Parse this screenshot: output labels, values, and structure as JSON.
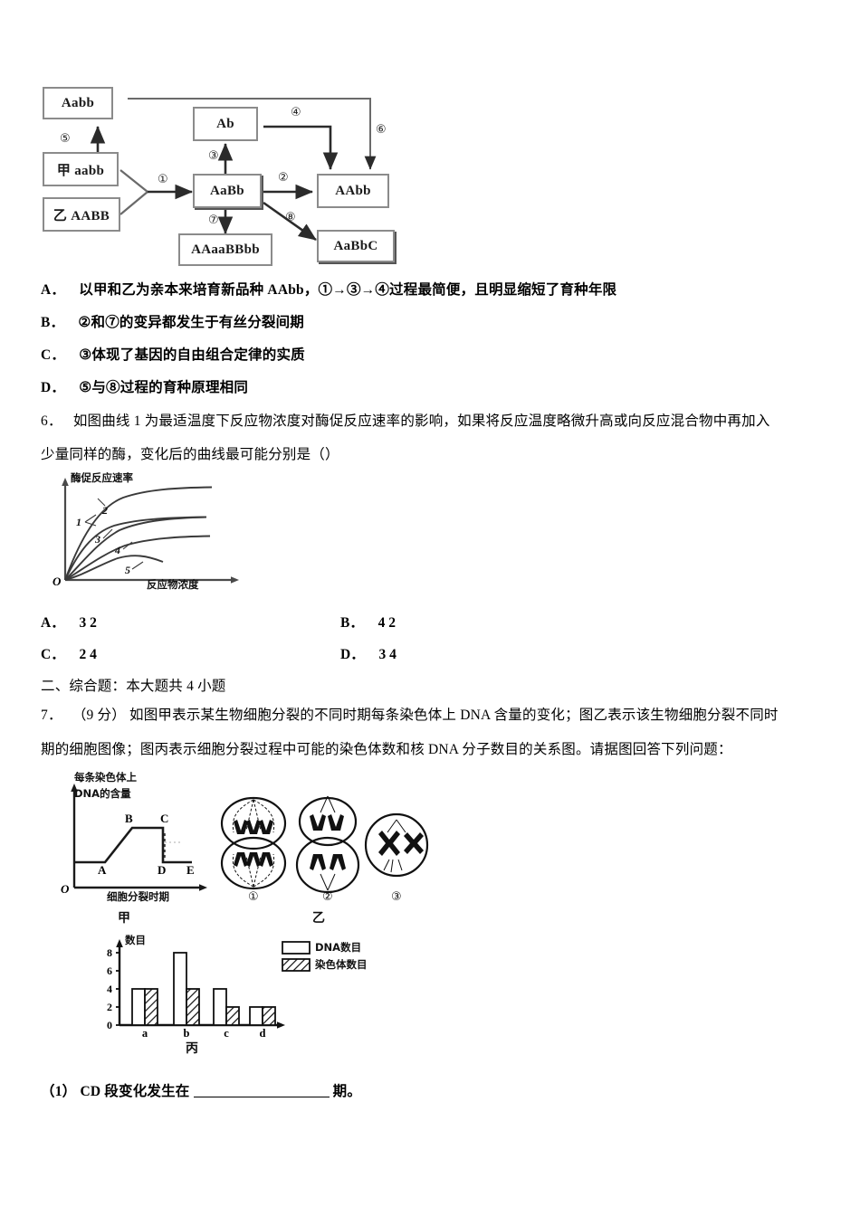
{
  "document": {
    "language": "zh-CN",
    "subject": "biology-exam-paper"
  },
  "question5": {
    "figure": {
      "name": "breeding-flowchart",
      "boxes": [
        {
          "id": "aabb_top",
          "label": "Aabb"
        },
        {
          "id": "jia",
          "label": "甲 aabb"
        },
        {
          "id": "yi",
          "label": "乙 AABB"
        },
        {
          "id": "ab",
          "label": "Ab"
        },
        {
          "id": "aabb_mid",
          "label": "AaBb"
        },
        {
          "id": "aabb_big",
          "label": "AAbb"
        },
        {
          "id": "aaaabbbb",
          "label": "AAaaBBbb"
        },
        {
          "id": "aabbc",
          "label": "AaBbC"
        }
      ],
      "arrow_labels": [
        "①",
        "②",
        "③",
        "④",
        "⑤",
        "⑥",
        "⑦",
        "⑧"
      ]
    },
    "options": [
      {
        "key": "A．",
        "text": "以甲和乙为亲本来培育新品种 AAbb，①→③→④过程最简便，且明显缩短了育种年限"
      },
      {
        "key": "B．",
        "text": "②和⑦的变异都发生于有丝分裂间期"
      },
      {
        "key": "C．",
        "text": "③体现了基因的自由组合定律的实质"
      },
      {
        "key": "D．",
        "text": "⑤与⑧过程的育种原理相同"
      }
    ]
  },
  "question6": {
    "number": "6．",
    "stem_line1": "如图曲线 1 为最适温度下反应物浓度对酶促反应速率的影响，如果将反应温度略微升高或向反应混合物中再加入",
    "stem_line2": "少量同样的酶，变化后的曲线最可能分别是（）",
    "options": [
      {
        "key": "A．",
        "text": "3 2"
      },
      {
        "key": "B．",
        "text": "4 2"
      },
      {
        "key": "C．",
        "text": "2 4"
      },
      {
        "key": "D．",
        "text": "3 4"
      }
    ]
  },
  "section2": {
    "heading": "二、综合题：本大题共 4 小题"
  },
  "question7": {
    "number": "7．",
    "score": "（9 分）",
    "stem_line1": "如图甲表示某生物细胞分裂的不同时期每条染色体上 DNA 含量的变化；图乙表示该生物细胞分裂不同时",
    "stem_line2": "期的细胞图像；图丙表示细胞分裂过程中可能的染色体数和核 DNA 分子数目的关系图。请据图回答下列问题：",
    "sub_questions": [
      {
        "key": "（1）",
        "prefix": "CD 段变化发生在",
        "suffix": "期。"
      }
    ],
    "captions": {
      "jia": "甲",
      "yi": "乙",
      "bing": "丙"
    }
  },
  "chart_data": [
    {
      "id": "enzyme-curves",
      "type": "line",
      "title": "",
      "xlabel": "反应物浓度",
      "ylabel": "酶促反应速率",
      "axis_origin": "O",
      "grid": false,
      "legend": "inline-curve-labels",
      "series": [
        {
          "name": "1",
          "plateau": 0.55,
          "rate": 1.0,
          "declines": false
        },
        {
          "name": "2",
          "plateau": 0.92,
          "rate": 0.7,
          "declines": false
        },
        {
          "name": "3",
          "plateau": 0.55,
          "rate": 0.55,
          "declines": false
        },
        {
          "name": "4",
          "plateau": 0.38,
          "rate": 0.4,
          "declines": false
        },
        {
          "name": "5",
          "plateau": 0.2,
          "rate": 0.3,
          "declines": true
        }
      ]
    },
    {
      "id": "dna-per-chromosome",
      "type": "line",
      "title": "甲",
      "xlabel": "细胞分裂时期",
      "ylabel": "每条染色体上 DNA的含量",
      "axis_origin": "O",
      "grid": false,
      "point_labels": [
        "A",
        "B",
        "C",
        "D",
        "E"
      ],
      "x": [
        0,
        25,
        42,
        62,
        88,
        95,
        100
      ],
      "y": [
        1,
        1,
        2,
        2,
        2,
        1,
        1
      ],
      "ylim": [
        0,
        2.4
      ],
      "note": "AB rise, BC plateau, CD drop, DE plateau"
    },
    {
      "id": "chromosome-dna-counts",
      "type": "bar",
      "title": "丙",
      "xlabel": "",
      "ylabel": "数目",
      "categories": [
        "a",
        "b",
        "c",
        "d"
      ],
      "yticks": [
        0,
        2,
        4,
        6,
        8
      ],
      "ylim": [
        0,
        9
      ],
      "grid": false,
      "legend_position": "top-right",
      "series": [
        {
          "name": "DNA数目",
          "values": [
            4,
            8,
            4,
            2
          ],
          "fill": "white"
        },
        {
          "name": "染色体数目",
          "values": [
            4,
            4,
            2,
            2
          ],
          "fill": "hatched"
        }
      ]
    }
  ],
  "cell_images": {
    "id": "cell-division-images",
    "caption": "乙",
    "labels": [
      "①",
      "②",
      "③"
    ]
  },
  "colors": {
    "text": "#000000",
    "box_border": "#8b8b8b",
    "line": "#3a3a3a",
    "background": "#ffffff"
  }
}
